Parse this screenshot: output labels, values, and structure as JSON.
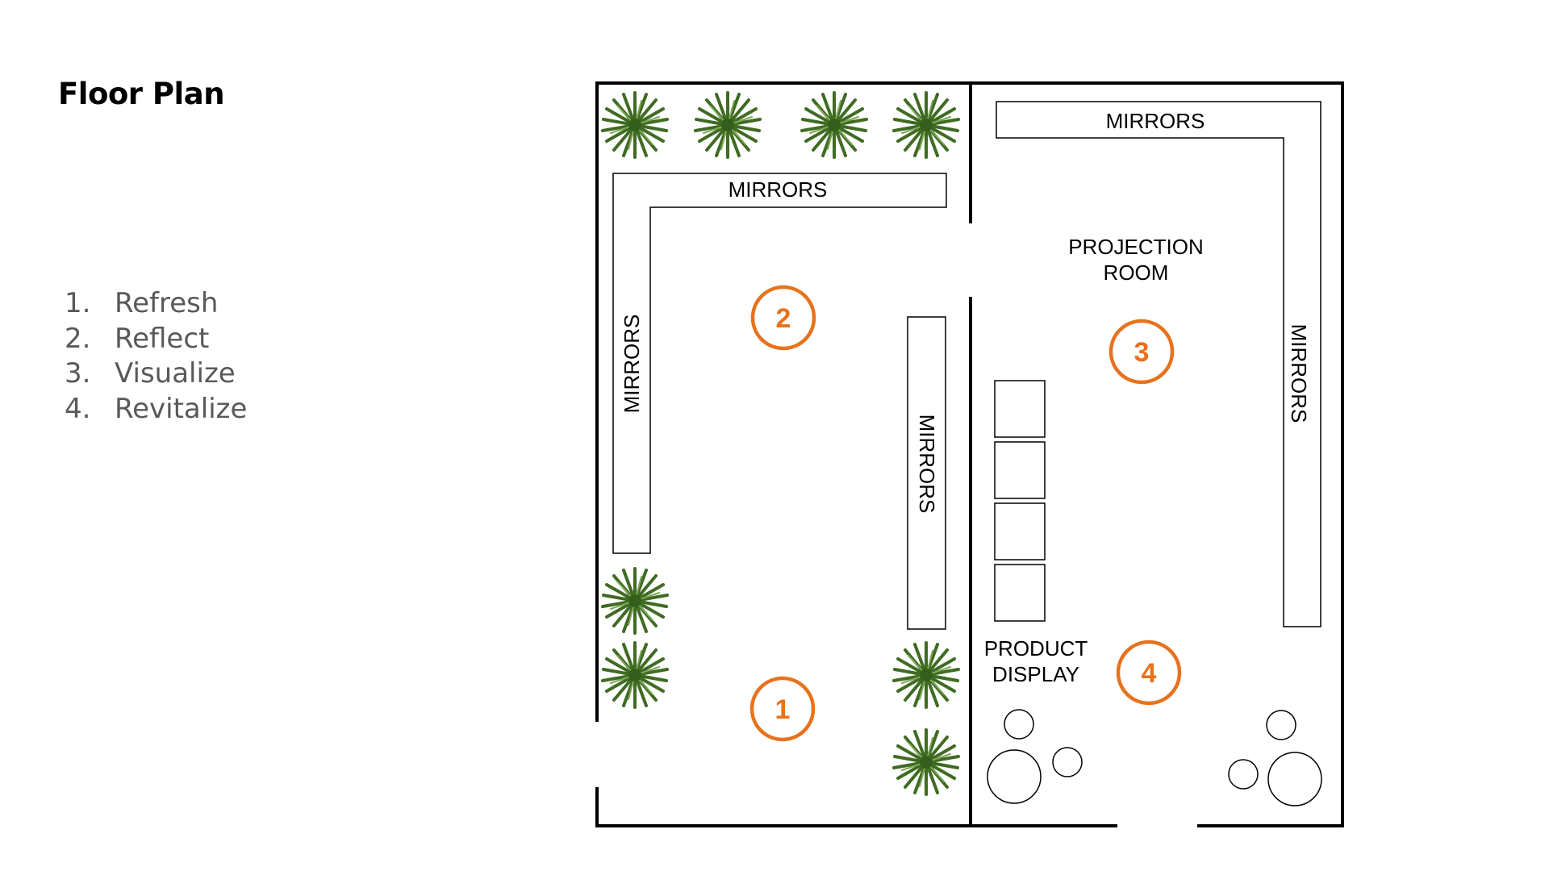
{
  "page": {
    "title": "Floor Plan"
  },
  "steps": [
    {
      "number": "1.",
      "label": "Refresh"
    },
    {
      "number": "2.",
      "label": "Reflect"
    },
    {
      "number": "3.",
      "label": "Visualize"
    },
    {
      "number": "4.",
      "label": "Revitalize"
    }
  ],
  "plan": {
    "mirrors_label": "MIRRORS",
    "projection_room": [
      "PROJECTION",
      "ROOM"
    ],
    "product_display": [
      "PRODUCT",
      "DISPLAY"
    ],
    "markers": [
      "1",
      "2",
      "3",
      "4"
    ]
  },
  "colors": {
    "accent": "#E8721C",
    "wall": "#000000",
    "list_text": "#595959",
    "plant": "#4E7A2C"
  },
  "icons": {
    "plant": "palm-plant-icon",
    "seat": "round-seat-icon"
  }
}
